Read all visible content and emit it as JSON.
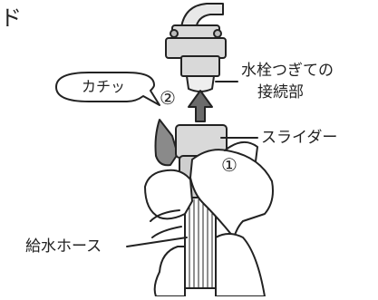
{
  "corner_fragment": "ド",
  "bubble_text": "カチッ",
  "step_up": "②",
  "step_down": "①",
  "labels": {
    "faucet_joint_line1": "水栓つぎての",
    "faucet_joint_line2": "接続部",
    "slider": "スライダー",
    "hose": "給水ホース"
  },
  "colors": {
    "stroke": "#222222",
    "arrow_fill": "#6b6b6b",
    "metal_fill": "#d9d9d9",
    "dark_fill": "#8a8a8a"
  }
}
